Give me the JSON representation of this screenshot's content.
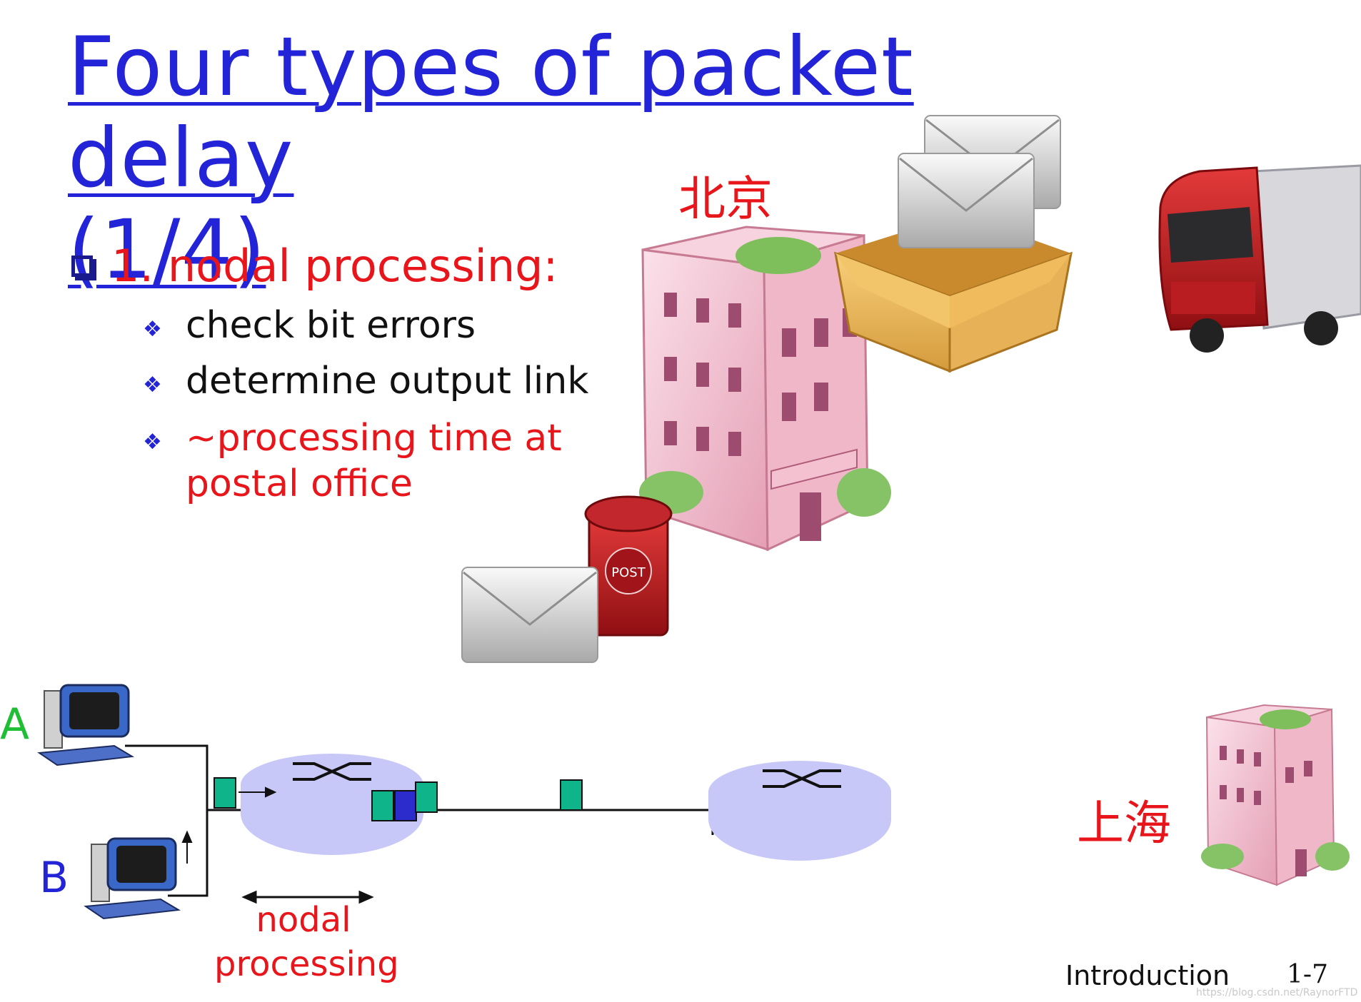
{
  "title": {
    "line1": "Four types of packet delay",
    "line2": "(1/4)"
  },
  "main_bullet": "1. nodal processing:",
  "sub_bullets": [
    {
      "text": "check bit errors"
    },
    {
      "text": "determine output link"
    },
    {
      "line1": "~processing time at",
      "line2": "postal office"
    }
  ],
  "cities": {
    "beijing": "北京",
    "shanghai": "上海"
  },
  "hosts": {
    "a": "A",
    "b": "B"
  },
  "nodal_label": {
    "line1": "nodal",
    "line2": "processing"
  },
  "footer": {
    "section": "Introduction",
    "page": "1-7"
  },
  "watermark": "https://blog.csdn.net/RaynorFTD",
  "colors": {
    "title": "#2323d8",
    "highlight": "#e8151b",
    "router": "#c8c8f8",
    "packet": "#10b48a",
    "packet_dark": "#2c2ccc",
    "host_a": "#1fbf35"
  },
  "icons": [
    "envelope-icon",
    "box-icon",
    "truck-icon",
    "office-building-icon",
    "postbox-icon",
    "computer-icon",
    "router-icon"
  ]
}
